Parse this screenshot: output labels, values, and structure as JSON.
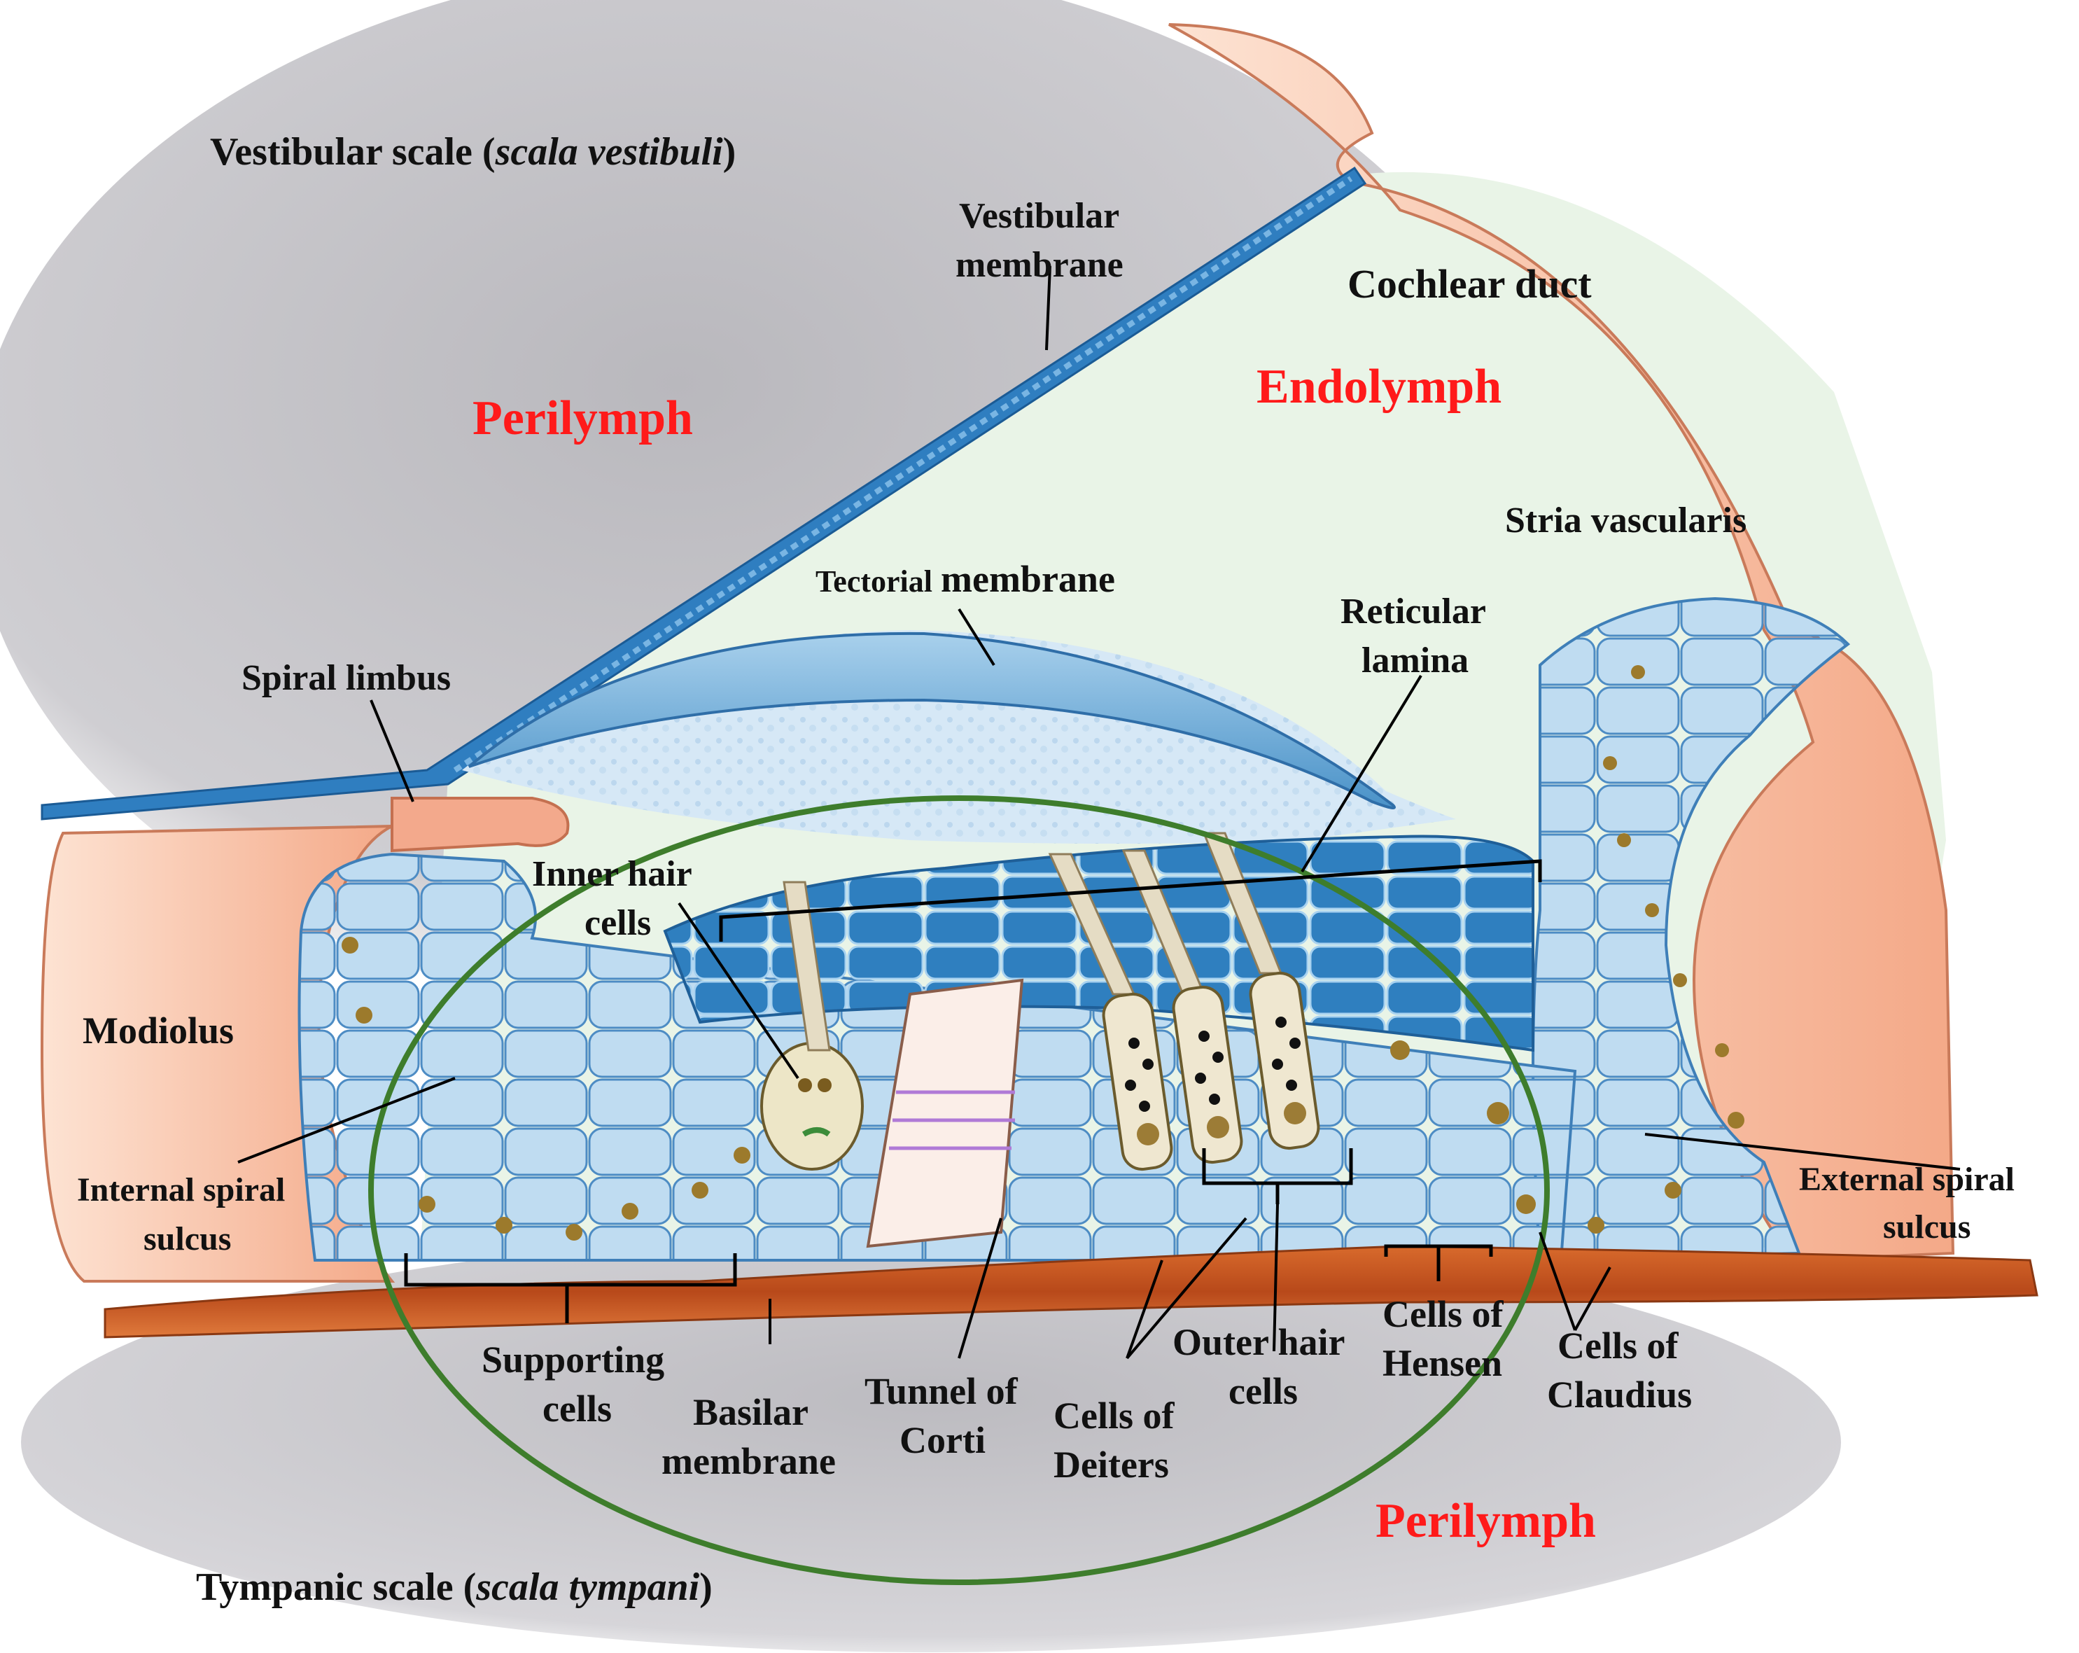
{
  "colors": {
    "perilymph_red": "#ff1a1a",
    "bone": "#f5b99a",
    "cell_light": "#bcdcf2",
    "cell_dark": "#2f7fbf",
    "basilar": "#c9561f",
    "enclosing_circle": "#3e7d2c",
    "endolymph_bg": "#eaf4e8",
    "perilymph_bg": "#c9c8cc"
  },
  "labels": {
    "vestibular_scale_prefix": "Vestibular  scale (",
    "vestibular_scale_italic": "scala vestibuli",
    "vestibular_scale_suffix": ")",
    "vestibular_membrane_l1": "Vestibular",
    "vestibular_membrane_l2": "membrane",
    "cochlear_duct": "Cochlear duct",
    "endolymph": "Endolymph",
    "perilymph_top": "Perilymph",
    "perilymph_bottom": "Perilymph",
    "stria_vascularis": "Stria vascularis",
    "tectorial_small": "Tectorial",
    "tectorial_large": "membrane",
    "reticular_l1": "Reticular",
    "reticular_l2": "lamina",
    "spiral_limbus": "Spiral limbus",
    "inner_hair_l1": "Inner hair",
    "inner_hair_l2": "cells",
    "modiolus": "Modiolus",
    "internal_sulcus_l1": "Internal spiral",
    "internal_sulcus_l2": "sulcus",
    "external_sulcus_l1": "External spiral",
    "external_sulcus_l2": "sulcus",
    "supporting_l1": "Supporting",
    "supporting_l2": "cells",
    "basilar_l1": "Basilar",
    "basilar_l2": "membrane",
    "tunnel_l1": "Tunnel of",
    "tunnel_l2": "Corti",
    "deiters_l1": "Cells of",
    "deiters_l2": "Deiters",
    "outer_hair_l1": "Outer hair",
    "outer_hair_l2": "cells",
    "hensen_l1": "Cells of",
    "hensen_l2": "Hensen",
    "claudius_l1": "Cells of",
    "claudius_l2": "Claudius",
    "tympanic_scale_prefix": "Tympanic  scale (",
    "tympanic_scale_italic": "scala tympani",
    "tympanic_scale_suffix": ")"
  }
}
